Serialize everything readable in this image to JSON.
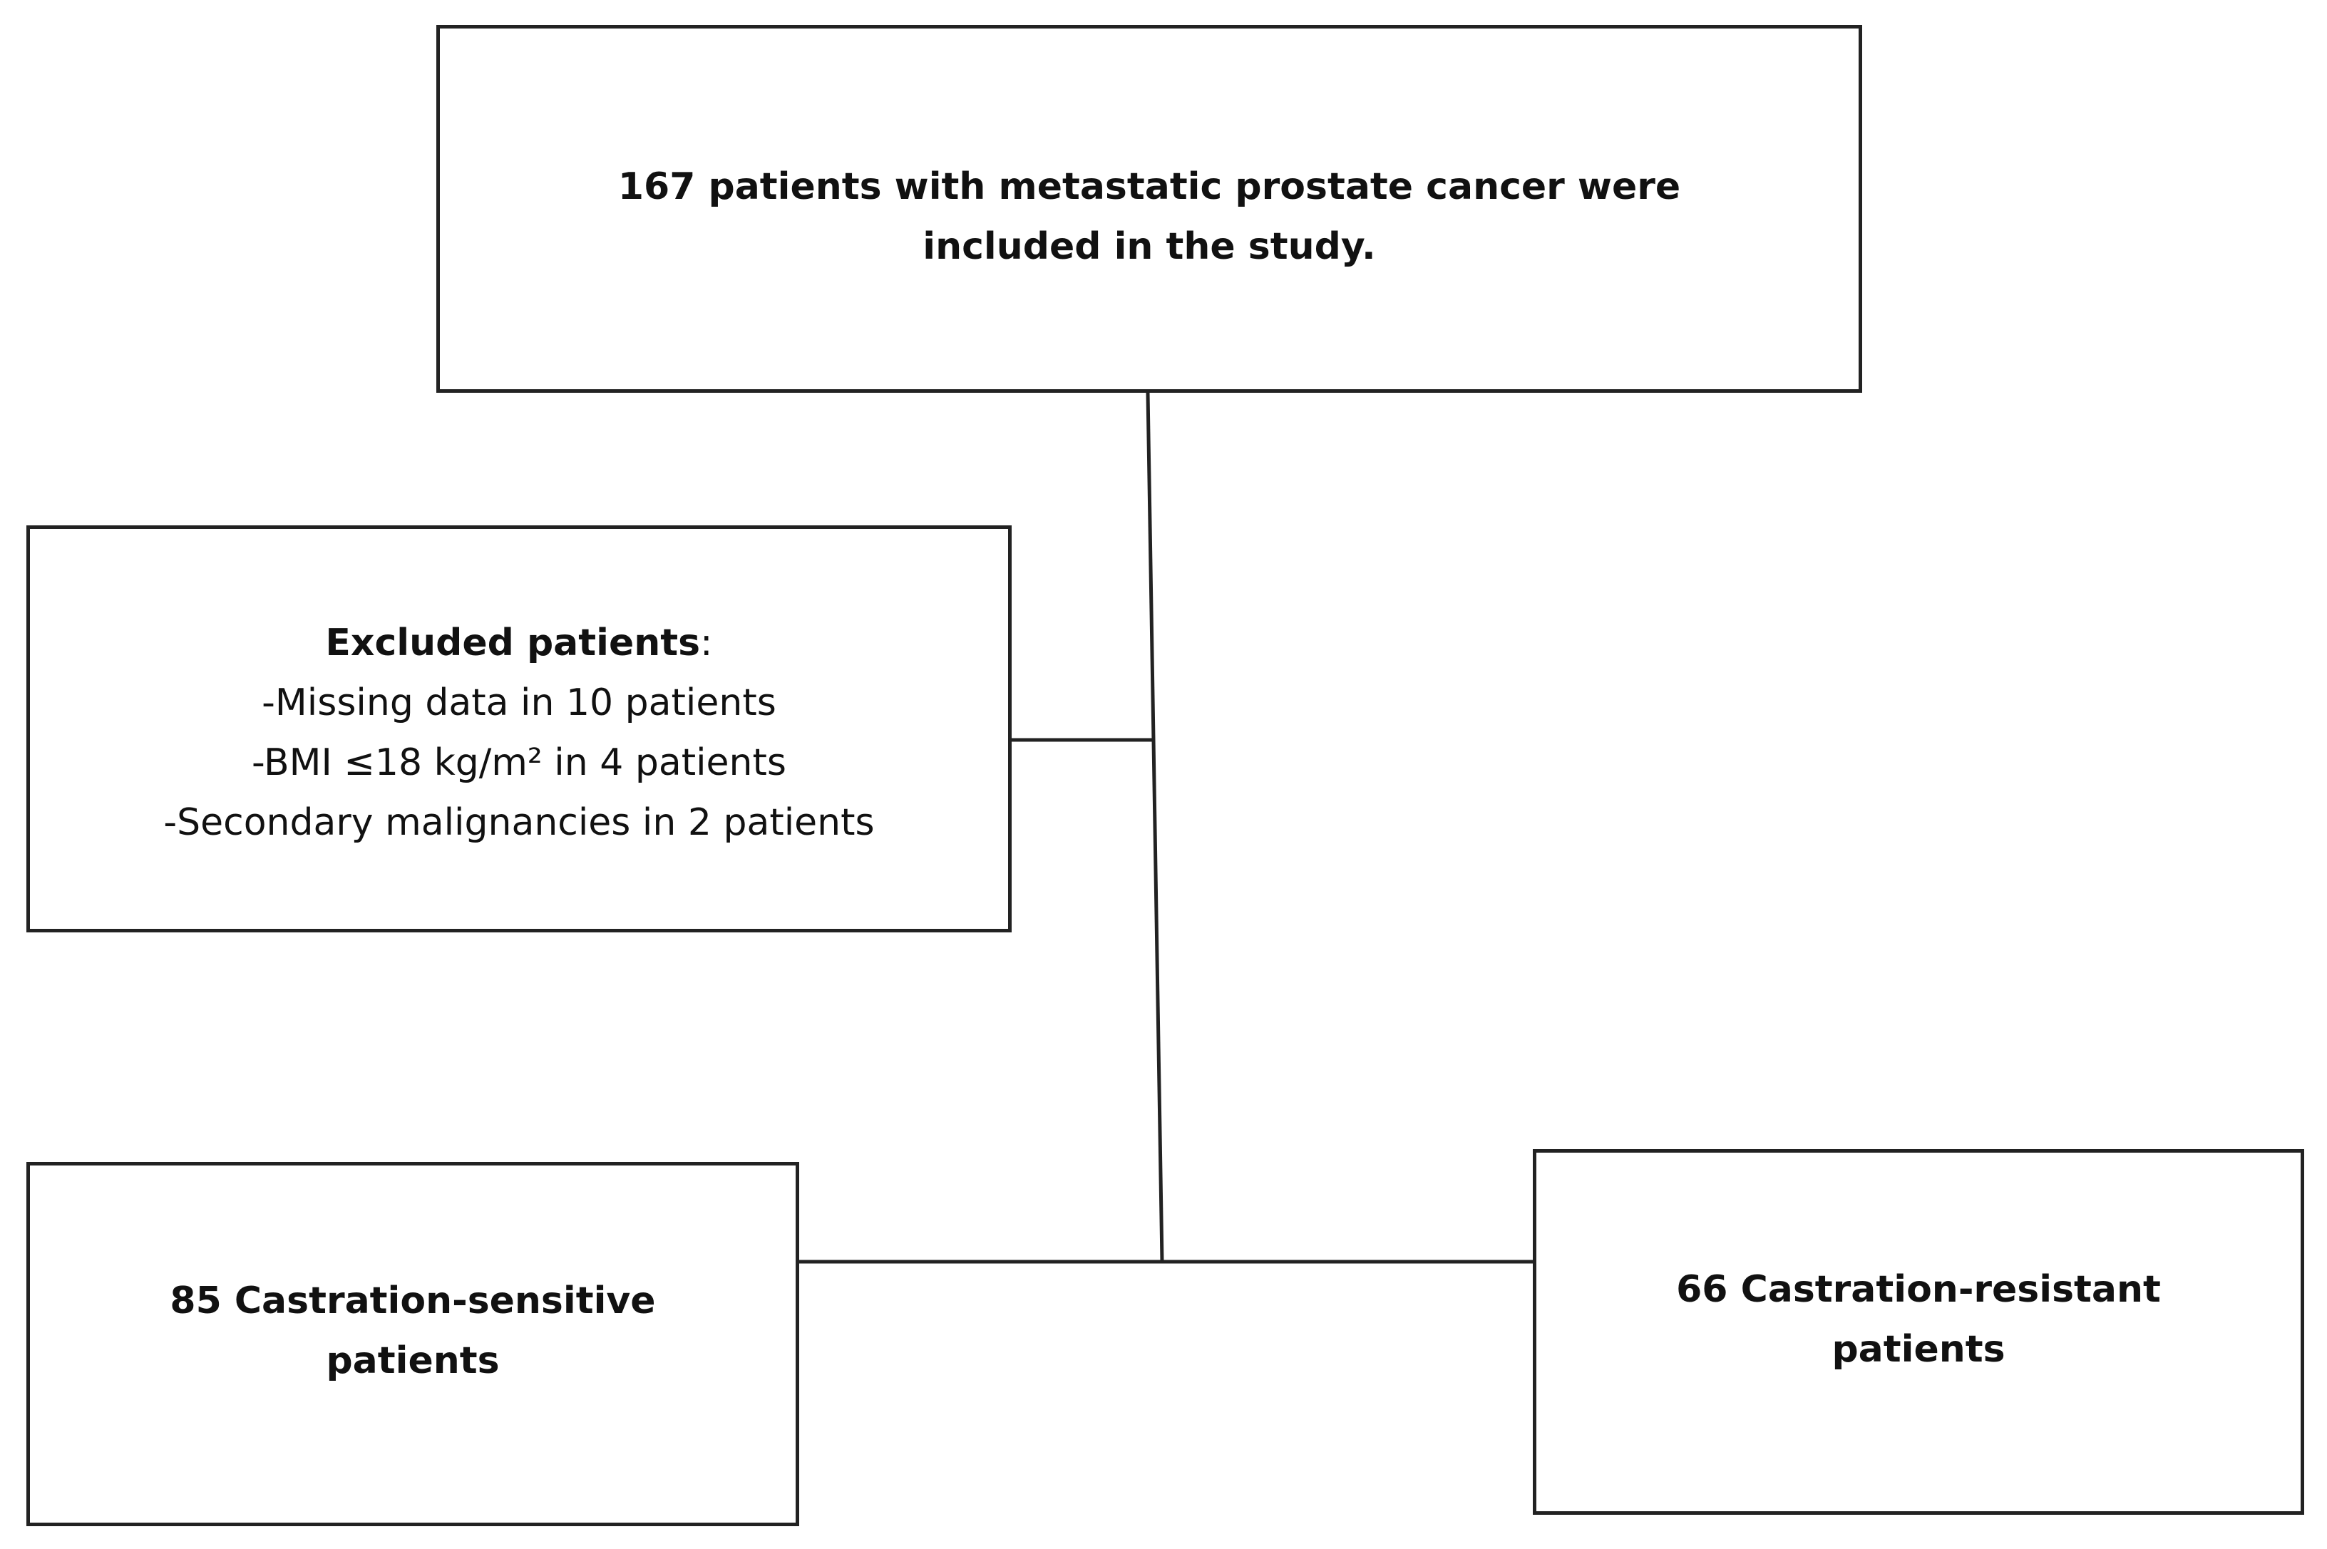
{
  "flowchart": {
    "total": {
      "lines": [
        "167 patients with metastatic prostate cancer were",
        "included in the study."
      ]
    },
    "excluded": {
      "heading": "Excluded patients",
      "heading_suffix": ":",
      "items": [
        "-Missing data in 10 patients",
        "-BMI ≤18 kg/m² in 4 patients",
        "-Secondary malignancies in 2 patients"
      ]
    },
    "sensitive": {
      "lines": [
        "85 Castration-sensitive",
        "patients"
      ]
    },
    "resistant": {
      "lines": [
        "66 Castration-resistant",
        "patients"
      ]
    }
  }
}
